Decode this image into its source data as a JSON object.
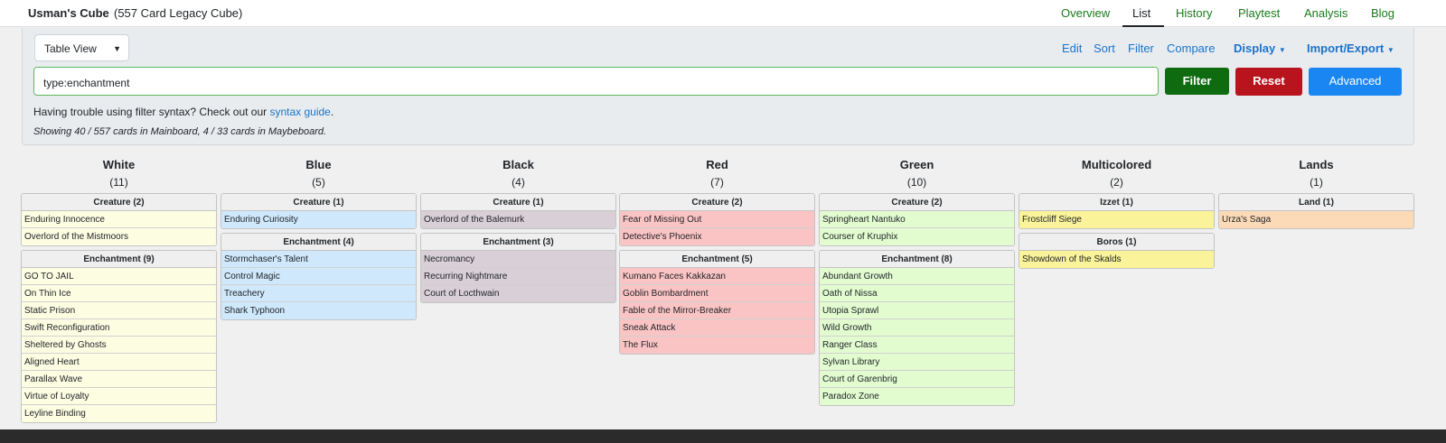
{
  "header": {
    "cube_name": "Usman's Cube",
    "cube_subtitle": "(557 Card Legacy Cube)",
    "nav": [
      "Overview",
      "List",
      "History",
      "Playtest",
      "Analysis",
      "Blog"
    ],
    "active_nav": "List"
  },
  "toolbar": {
    "view_select": "Table View",
    "edit": "Edit",
    "sort": "Sort",
    "filter_link": "Filter",
    "compare": "Compare",
    "display": "Display",
    "import_export": "Import/Export"
  },
  "filter": {
    "value": "type:enchantment",
    "filter_button": "Filter",
    "reset_button": "Reset",
    "advanced_button": "Advanced",
    "help_text": "Having trouble using filter syntax? Check out our ",
    "help_link": "syntax guide",
    "help_end": ".",
    "showing": "Showing 40 / 557 cards in Mainboard, 4 / 33 cards in Maybeboard."
  },
  "columns": [
    {
      "name": "White",
      "count": "(11)",
      "groups": [
        {
          "label": "Creature (2)",
          "cards": [
            "Enduring Innocence",
            "Overlord of the Mistmoors"
          ]
        },
        {
          "label": "Enchantment (9)",
          "cards": [
            "GO TO JAIL",
            "On Thin Ice",
            "Static Prison",
            "Swift Reconfiguration",
            "Sheltered by Ghosts",
            "Aligned Heart",
            "Parallax Wave",
            "Virtue of Loyalty",
            "Leyline Binding"
          ]
        }
      ]
    },
    {
      "name": "Blue",
      "count": "(5)",
      "groups": [
        {
          "label": "Creature (1)",
          "cards": [
            "Enduring Curiosity"
          ]
        },
        {
          "label": "Enchantment (4)",
          "cards": [
            "Stormchaser's Talent",
            "Control Magic",
            "Treachery",
            "Shark Typhoon"
          ]
        }
      ]
    },
    {
      "name": "Black",
      "count": "(4)",
      "groups": [
        {
          "label": "Creature (1)",
          "cards": [
            "Overlord of the Balemurk"
          ]
        },
        {
          "label": "Enchantment (3)",
          "cards": [
            "Necromancy",
            "Recurring Nightmare",
            "Court of Locthwain"
          ]
        }
      ]
    },
    {
      "name": "Red",
      "count": "(7)",
      "groups": [
        {
          "label": "Creature (2)",
          "cards": [
            "Fear of Missing Out",
            "Detective's Phoenix"
          ]
        },
        {
          "label": "Enchantment (5)",
          "cards": [
            "Kumano Faces Kakkazan",
            "Goblin Bombardment",
            "Fable of the Mirror-Breaker",
            "Sneak Attack",
            "The Flux"
          ]
        }
      ]
    },
    {
      "name": "Green",
      "count": "(10)",
      "groups": [
        {
          "label": "Creature (2)",
          "cards": [
            "Springheart Nantuko",
            "Courser of Kruphix"
          ]
        },
        {
          "label": "Enchantment (8)",
          "cards": [
            "Abundant Growth",
            "Oath of Nissa",
            "Utopia Sprawl",
            "Wild Growth",
            "Ranger Class",
            "Sylvan Library",
            "Court of Garenbrig",
            "Paradox Zone"
          ]
        }
      ]
    },
    {
      "name": "Multicolored",
      "count": "(2)",
      "groups": [
        {
          "label": "Izzet (1)",
          "cards": [
            "Frostcliff Siege"
          ]
        },
        {
          "label": "Boros (1)",
          "cards": [
            "Showdown of the Skalds"
          ]
        }
      ]
    },
    {
      "name": "Lands",
      "count": "(1)",
      "groups": [
        {
          "label": "Land (1)",
          "cards": [
            "Urza's Saga"
          ]
        }
      ]
    }
  ],
  "colors": {
    "white": "#fdfde2",
    "blue": "#cfe8fb",
    "black": "#d9cfd7",
    "red": "#fbc4c4",
    "green": "#e2fcd0",
    "multicolored": "#faf39a",
    "lands": "#fcd9b7",
    "filter_button": "#0f6b0f",
    "reset_button": "#b8141e",
    "advanced_button": "#1a86f2"
  }
}
